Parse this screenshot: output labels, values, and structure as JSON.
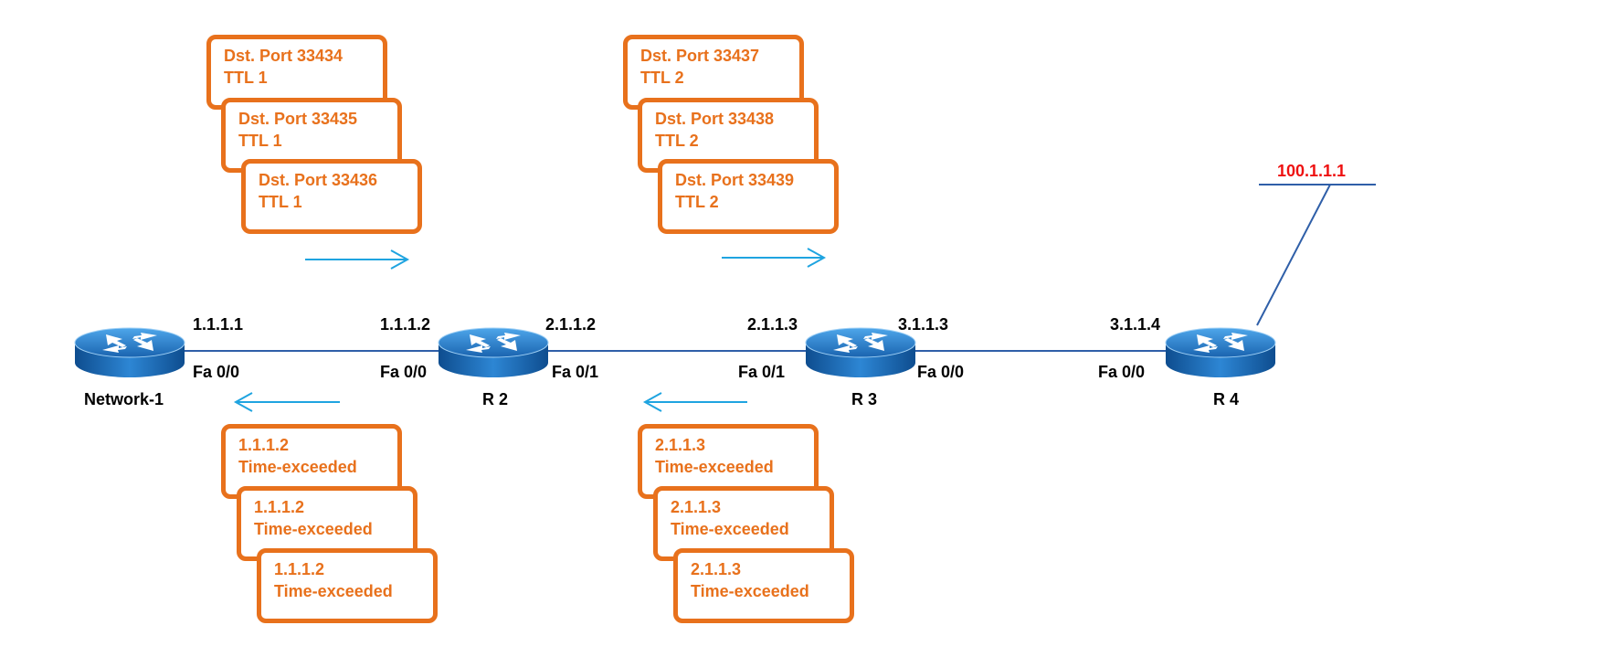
{
  "colors": {
    "packet_box": "#e8711c",
    "arrow": "#1fa4e0",
    "link": "#2f5fa8",
    "router": "#1f6fb5",
    "dest_network": "#ee1111"
  },
  "routers": [
    {
      "name": "Network-1",
      "icon": "router-icon"
    },
    {
      "name": "R 2",
      "icon": "router-icon"
    },
    {
      "name": "R 3",
      "icon": "router-icon"
    },
    {
      "name": "R 4",
      "icon": "router-icon"
    }
  ],
  "interfaces": [
    {
      "ip": "1.1.1.1",
      "port": "Fa 0/0"
    },
    {
      "ip": "1.1.1.2",
      "port": "Fa 0/0"
    },
    {
      "ip": "2.1.1.2",
      "port": "Fa 0/1"
    },
    {
      "ip": "2.1.1.3",
      "port": "Fa 0/1"
    },
    {
      "ip": "3.1.1.3",
      "port": "Fa 0/0"
    },
    {
      "ip": "3.1.1.4",
      "port": "Fa 0/0"
    }
  ],
  "destination_network": "100.1.1.1",
  "probe_groups": [
    {
      "packets": [
        {
          "line1": "Dst. Port 33434",
          "line2": "TTL 1"
        },
        {
          "line1": "Dst. Port 33435",
          "line2": "TTL 1"
        },
        {
          "line1": "Dst. Port 33436",
          "line2": "TTL 1"
        }
      ]
    },
    {
      "packets": [
        {
          "line1": "Dst. Port 33437",
          "line2": "TTL 2"
        },
        {
          "line1": "Dst. Port 33438",
          "line2": "TTL 2"
        },
        {
          "line1": "Dst. Port 33439",
          "line2": "TTL 2"
        }
      ]
    }
  ],
  "reply_groups": [
    {
      "packets": [
        {
          "line1": "1.1.1.2",
          "line2": "Time-exceeded"
        },
        {
          "line1": "1.1.1.2",
          "line2": "Time-exceeded"
        },
        {
          "line1": "1.1.1.2",
          "line2": "Time-exceeded"
        }
      ]
    },
    {
      "packets": [
        {
          "line1": "2.1.1.3",
          "line2": "Time-exceeded"
        },
        {
          "line1": "2.1.1.3",
          "line2": "Time-exceeded"
        },
        {
          "line1": "2.1.1.3",
          "line2": "Time-exceeded"
        }
      ]
    }
  ]
}
